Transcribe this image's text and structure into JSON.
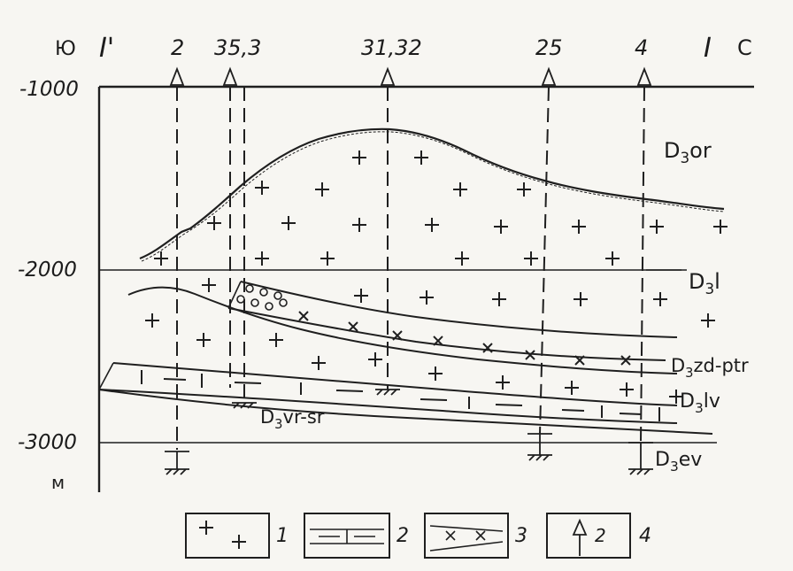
{
  "header": {
    "south": "Ю",
    "north": "С",
    "section_start": "I'",
    "section_end": "I"
  },
  "wells": [
    {
      "label": "2"
    },
    {
      "label": "35,3"
    },
    {
      "label": "31,32"
    },
    {
      "label": "25"
    },
    {
      "label": "4"
    }
  ],
  "depth_axis": {
    "ticks": [
      "-1000",
      "-2000",
      "-3000"
    ],
    "unit": "м"
  },
  "formations": {
    "or": "D3or",
    "l": "D3l",
    "zd_ptr": "D3zd-ptr",
    "lv": "D3lv",
    "vr_sr": "D3vr-sr",
    "ev": "D3ev"
  },
  "legend": [
    {
      "number": "1",
      "pattern": "crosses"
    },
    {
      "number": "2",
      "pattern": "dashed-layers"
    },
    {
      "number": "3",
      "pattern": "x-marks"
    },
    {
      "number": "4",
      "pattern": "well-arrow",
      "sample": "2"
    }
  ]
}
